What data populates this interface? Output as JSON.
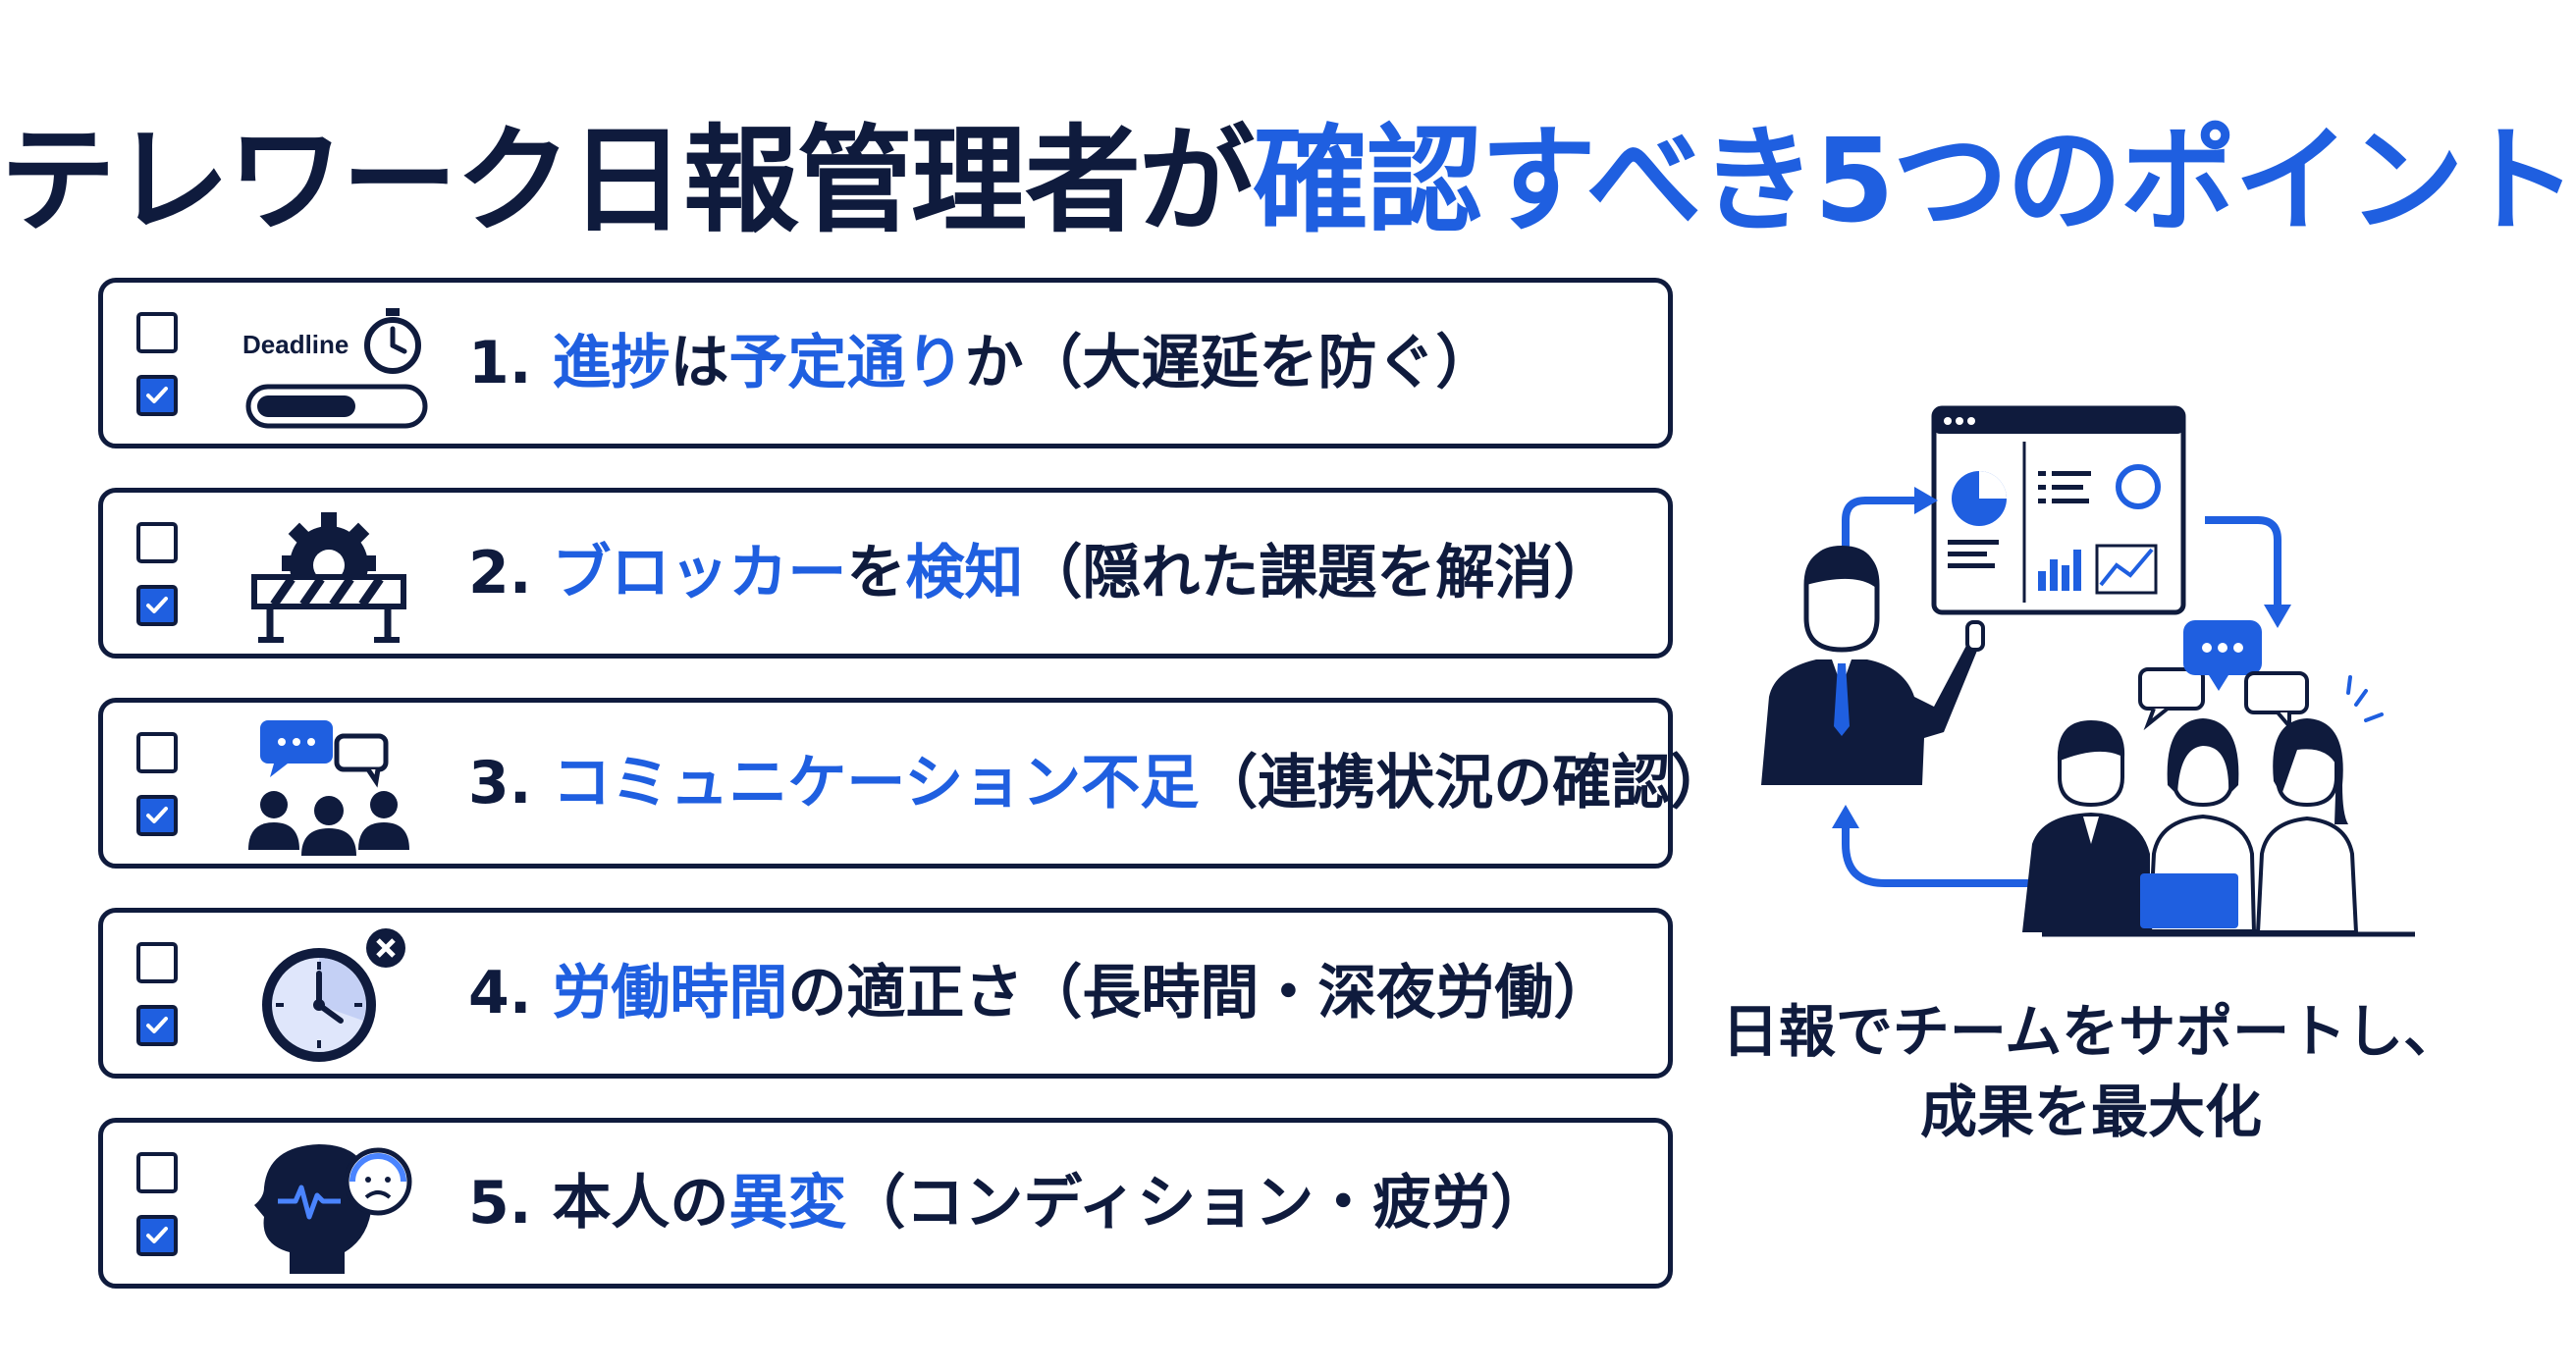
{
  "title": {
    "part1": "テレワーク日報管理者が",
    "part2": "確認すべき5つのポイント"
  },
  "items": [
    {
      "num": "1.",
      "segments": [
        {
          "text": "進捗",
          "hl": true
        },
        {
          "text": "は",
          "hl": false
        },
        {
          "text": "予定通り",
          "hl": true
        },
        {
          "text": "か（大遅延を防ぐ）",
          "hl": false
        }
      ],
      "icon": "deadline-stopwatch-progress-icon",
      "icon_text": "Deadline",
      "checked": true,
      "progress": 0.62
    },
    {
      "num": "2.",
      "segments": [
        {
          "text": "ブロッカー",
          "hl": true
        },
        {
          "text": "を",
          "hl": false
        },
        {
          "text": "検知",
          "hl": true
        },
        {
          "text": "（隠れた課題を解消）",
          "hl": false
        }
      ],
      "icon": "gear-barricade-icon",
      "checked": true
    },
    {
      "num": "3.",
      "segments": [
        {
          "text": "コミュニケーション不足",
          "hl": true
        },
        {
          "text": "（連携状況の確認）",
          "hl": false
        }
      ],
      "icon": "team-chat-icon",
      "checked": true
    },
    {
      "num": "4.",
      "segments": [
        {
          "text": "労働時間",
          "hl": true
        },
        {
          "text": "の適正さ（長時間・深夜労働）",
          "hl": false
        }
      ],
      "icon": "clock-alert-icon",
      "checked": true
    },
    {
      "num": "5.",
      "segments": [
        {
          "text": "本人の",
          "hl": false
        },
        {
          "text": "異変",
          "hl": true
        },
        {
          "text": "（コンディション・疲労）",
          "hl": false
        }
      ],
      "icon": "head-stress-gauge-icon",
      "checked": true
    }
  ],
  "tagline": {
    "line1": "日報でチームをサポートし、",
    "line2": "成果を最大化"
  },
  "colors": {
    "navy": "#0f1b3d",
    "accent": "#1f5fe0"
  }
}
